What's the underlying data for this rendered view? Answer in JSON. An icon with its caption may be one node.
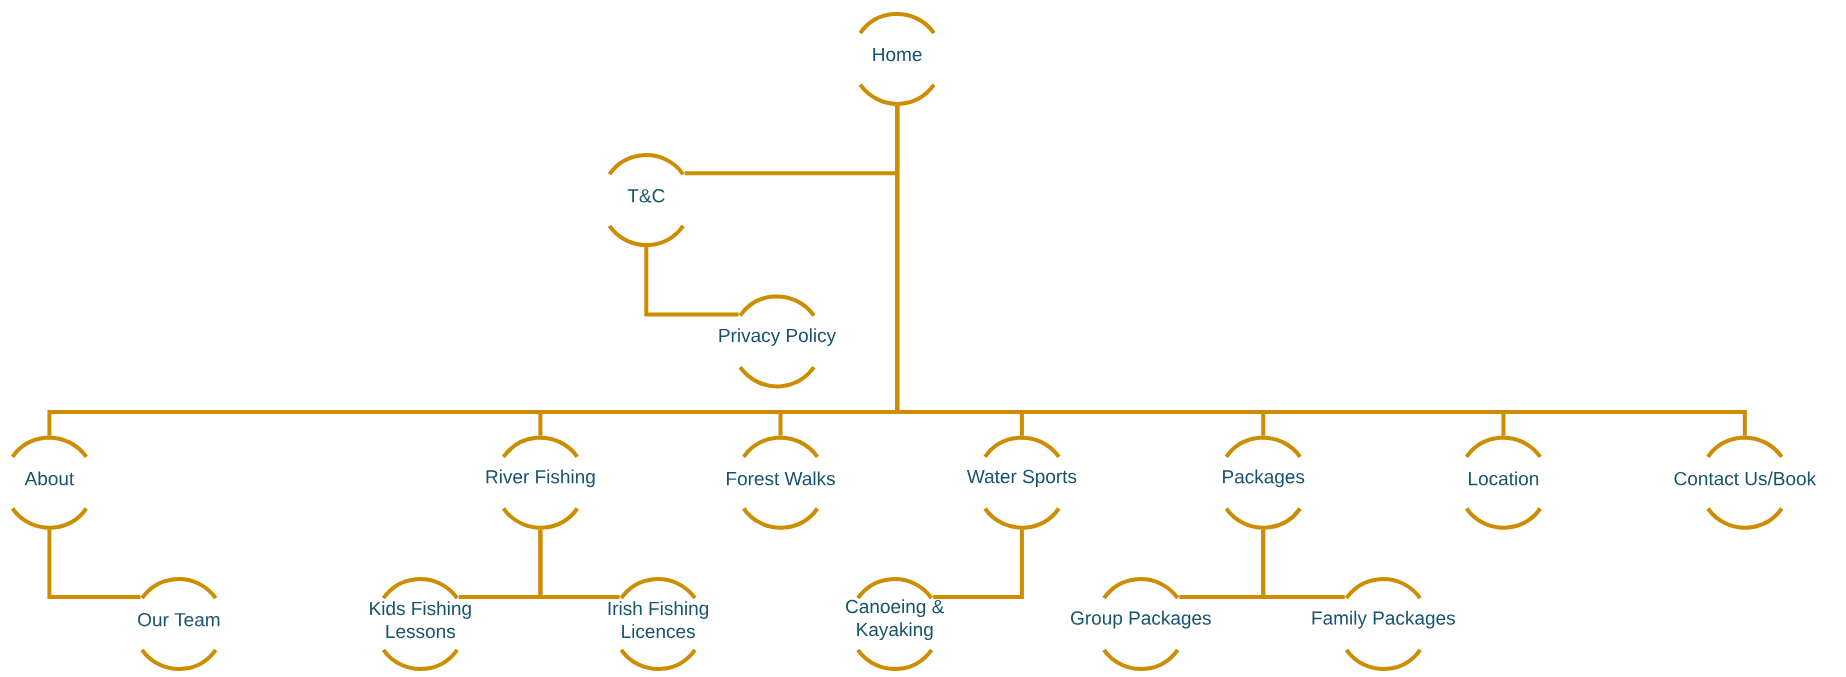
{
  "diagram": {
    "nodes": [
      {
        "text": [
          "Home"
        ]
      },
      {
        "text": [
          "T&C"
        ]
      },
      {
        "text": [
          "Privacy Policy"
        ]
      },
      {
        "text": [
          "About"
        ]
      },
      {
        "text": [
          "River Fishing"
        ]
      },
      {
        "text": [
          "Forest Walks"
        ]
      },
      {
        "text": [
          "Water Sports"
        ]
      },
      {
        "text": [
          "Packages"
        ]
      },
      {
        "text": [
          "Location"
        ]
      },
      {
        "text": [
          "Contact Us/Book"
        ]
      },
      {
        "text": [
          "Our Team"
        ]
      },
      {
        "text": [
          "Kids Fishing Lessons"
        ]
      },
      {
        "text": [
          "Irish Fishing Licences"
        ]
      },
      {
        "text": [
          "Canoeing & Kayaking"
        ]
      },
      {
        "text": [
          "Group Packages"
        ]
      },
      {
        "text": [
          "Family Packages"
        ]
      }
    ],
    "edges": [
      {
        "from": 0,
        "to": 1,
        "arrow": "none"
      },
      {
        "from": 1,
        "to": 2,
        "arrow": "none"
      },
      {
        "from": 0,
        "to": 3,
        "arrow": "none"
      },
      {
        "from": 0,
        "to": 4,
        "arrow": "none"
      },
      {
        "from": 0,
        "to": 5,
        "arrow": "none"
      },
      {
        "from": 0,
        "to": 6,
        "arrow": "none"
      },
      {
        "from": 0,
        "to": 7,
        "arrow": "none"
      },
      {
        "from": 0,
        "to": 8,
        "arrow": "none"
      },
      {
        "from": 0,
        "to": 9,
        "arrow": "none"
      },
      {
        "from": 3,
        "to": 10,
        "arrow": "none"
      },
      {
        "from": 4,
        "to": 11,
        "arrow": "none"
      },
      {
        "from": 4,
        "to": 12,
        "arrow": "none"
      },
      {
        "from": 6,
        "to": 13,
        "arrow": "none"
      },
      {
        "from": 7,
        "to": 14,
        "arrow": "none"
      },
      {
        "from": 7,
        "to": 15,
        "arrow": "none"
      }
    ]
  }
}
